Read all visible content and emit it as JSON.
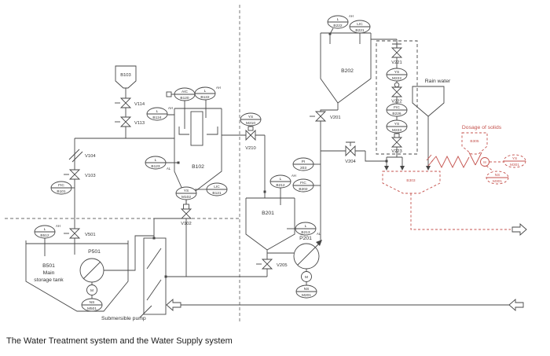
{
  "caption": "The Water Treatment system and the Water Supply system",
  "equipment": {
    "b103": "B103",
    "b102": "B102",
    "b201": "B201",
    "b202": "B202",
    "b501_name": "B501",
    "b501_desc1": "Main",
    "b501_desc2": "storage tank",
    "p501": "P501",
    "p201": "P201",
    "submersible_pump": "Submersible pump",
    "rain_water": "Rain water"
  },
  "dosing": {
    "title": "Dosage of solids",
    "b305": "B305",
    "b303": "B303"
  },
  "valves": {
    "v102": "V102",
    "v103": "V103",
    "v104": "V104",
    "v113": "V113",
    "v114": "V114",
    "v201": "V201",
    "v204": "V204",
    "v205": "V205",
    "v210": "V210",
    "v221": "V221",
    "v222": "V222",
    "v223": "V223",
    "v501": "V501"
  },
  "motors": {
    "letter": "M"
  },
  "instruments": {
    "fic_b101": {
      "l1": "FIC",
      "l2": "B101"
    },
    "l_b512": {
      "l1": "L",
      "l2": "B512",
      "flag": "AH"
    },
    "ns_m501": {
      "l1": "NS",
      "l2": "M501"
    },
    "aic_b120": {
      "l1": "AIC",
      "l2": "B120"
    },
    "l_b122": {
      "l1": "L",
      "l2": "B122",
      "flag": "AH"
    },
    "l_b124": {
      "l1": "L",
      "l2": "B124",
      "flag": "AH"
    },
    "l_b123": {
      "l1": "L",
      "l2": "B123",
      "flag": "AL"
    },
    "ys_m102": {
      "l1": "YS",
      "l2": "M102"
    },
    "lic_b121": {
      "l1": "LIC",
      "l2": "B121"
    },
    "ys_m210": {
      "l1": "YS",
      "l2": "M210"
    },
    "l_b212": {
      "l1": "L",
      "l2": "B212",
      "flag": "AH"
    },
    "pi_203": {
      "l1": "PI",
      "l2": "203"
    },
    "fic_b202": {
      "l1": "FIC",
      "l2": "B202"
    },
    "l_b213": {
      "l1": "L",
      "l2": "B213",
      "flag": "AL"
    },
    "ns_m201": {
      "l1": "NS",
      "l2": "M201"
    },
    "l_b222": {
      "l1": "L",
      "l2": "B222",
      "flag": "AH"
    },
    "lic_b221": {
      "l1": "LIC",
      "l2": "B221"
    },
    "ys_m222": {
      "l1": "YS",
      "l2": "M222"
    },
    "fic_b226": {
      "l1": "FIC",
      "l2": "B226"
    },
    "ys_m223": {
      "l1": "YS",
      "l2": "M223"
    },
    "ys_m301": {
      "l1": "YS",
      "l2": "M301"
    },
    "ns_m301": {
      "l1": "NS",
      "l2": "M301"
    }
  }
}
